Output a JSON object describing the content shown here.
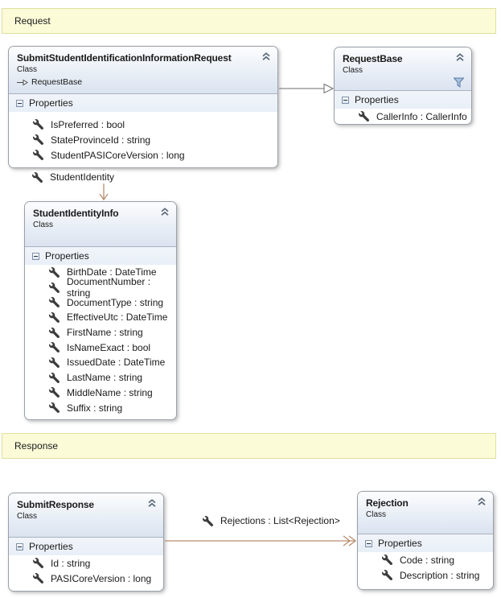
{
  "bands": [
    {
      "label": "Request"
    },
    {
      "label": "Response"
    }
  ],
  "classes": [
    {
      "title": "SubmitStudentIdentificationInformationRequest",
      "stereotype": "Class",
      "base": "RequestBase",
      "compartment": "Properties",
      "properties": [
        "IsPreferred : bool",
        "StateProvinceId : string",
        "StudentPASICoreVersion : long"
      ]
    },
    {
      "title": "RequestBase",
      "stereotype": "Class",
      "compartment": "Properties",
      "properties": [
        "CallerInfo : CallerInfo"
      ]
    },
    {
      "title": "StudentIdentityInfo",
      "stereotype": "Class",
      "compartment": "Properties",
      "properties": [
        "BirthDate : DateTime",
        "DocumentNumber : string",
        "DocumentType : string",
        "EffectiveUtc : DateTime",
        "FirstName : string",
        "IsNameExact : bool",
        "IssuedDate : DateTime",
        "LastName : string",
        "MiddleName : string",
        "Suffix : string"
      ]
    },
    {
      "title": "SubmitResponse",
      "stereotype": "Class",
      "compartment": "Properties",
      "properties": [
        "Id : string",
        "PASICoreVersion : long"
      ]
    },
    {
      "title": "Rejection",
      "stereotype": "Class",
      "compartment": "Properties",
      "properties": [
        "Code : string",
        "Description : string"
      ]
    }
  ],
  "associations": [
    {
      "label": "StudentIdentity"
    },
    {
      "label": "Rejections : List<Rejection>"
    }
  ],
  "icons": {
    "wrench": "wrench-icon",
    "filter": "filter-funnel-icon",
    "collapse": "double-chevron-up-icon",
    "expander": "collapse-minus-icon",
    "inheritance": "hollow-triangle-arrow-icon"
  },
  "colors": {
    "band_fill": "#FBFBD8",
    "band_border": "#DFDF9F",
    "header_top": "#FCFDFE",
    "header_bottom": "#DAE3F0",
    "comp_top": "#F1F5FA",
    "comp_bottom": "#E9EFF7",
    "box_border": "#9AA0A8",
    "divider": "#A9B2BF",
    "association": "#B78D6E",
    "inheritance": "#6E6E6E",
    "text": "#1A1A1A"
  }
}
